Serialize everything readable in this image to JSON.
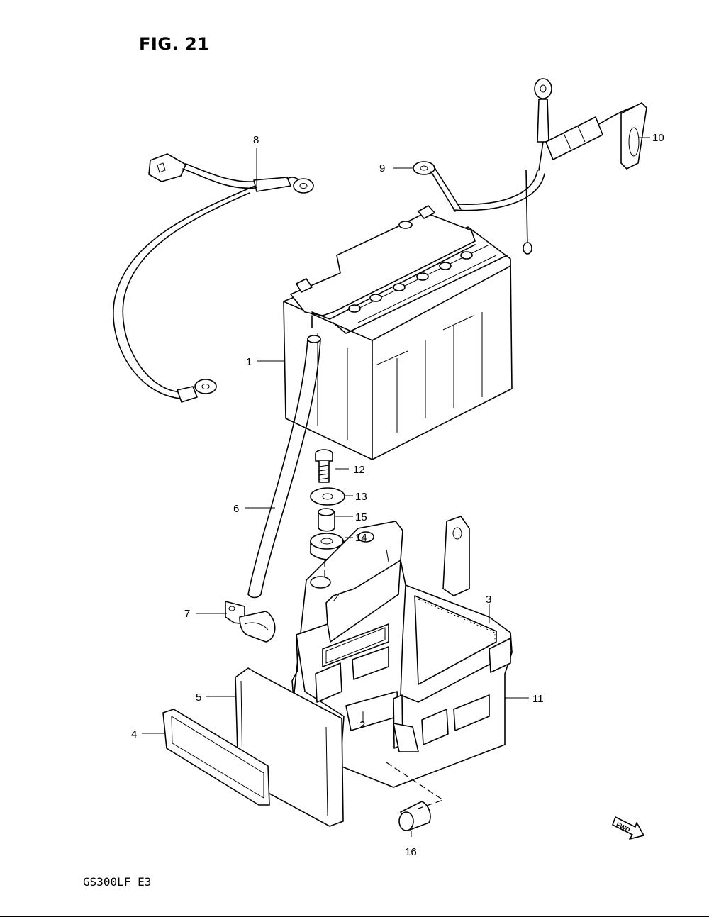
{
  "figure": {
    "title": "FIG. 21",
    "model_code": "GS300LF  E3",
    "fwd_label": "FWD"
  },
  "callouts": [
    {
      "id": "1",
      "label": "1"
    },
    {
      "id": "2",
      "label": "2"
    },
    {
      "id": "3",
      "label": "3"
    },
    {
      "id": "4",
      "label": "4"
    },
    {
      "id": "5",
      "label": "5"
    },
    {
      "id": "6",
      "label": "6"
    },
    {
      "id": "7",
      "label": "7"
    },
    {
      "id": "8",
      "label": "8"
    },
    {
      "id": "9",
      "label": "9"
    },
    {
      "id": "10",
      "label": "10"
    },
    {
      "id": "11",
      "label": "11"
    },
    {
      "id": "12",
      "label": "12"
    },
    {
      "id": "13",
      "label": "13"
    },
    {
      "id": "14",
      "label": "14"
    },
    {
      "id": "15",
      "label": "15"
    },
    {
      "id": "16",
      "label": "16"
    }
  ]
}
